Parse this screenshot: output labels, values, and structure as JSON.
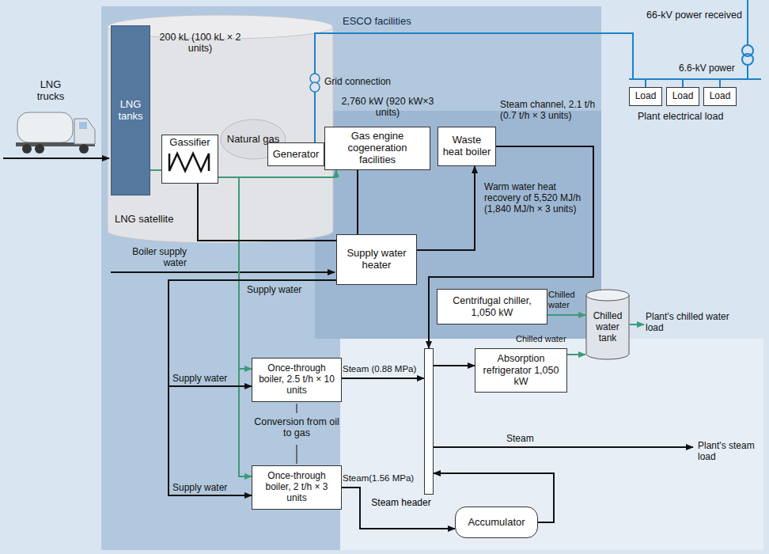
{
  "diagram": {
    "nodes": [
      {
        "text": [
          "ESCO facilities"
        ]
      },
      {
        "text": [
          "LNG satellite"
        ],
        "in": 0
      },
      {
        "text": [
          "LNG tanks"
        ],
        "in": 1
      },
      {
        "text": [
          "Gassifier"
        ],
        "in": 1
      },
      {
        "text": [
          "Natural gas"
        ],
        "in": 0
      },
      {
        "text": [
          "Generator"
        ],
        "in": 0
      },
      {
        "text": [
          "Gas engine cogeneration facilities"
        ],
        "in": 0
      },
      {
        "text": [
          "Waste heat boiler"
        ],
        "in": 0
      },
      {
        "text": [
          "Supply water heater"
        ],
        "in": 0
      },
      {
        "text": [
          "Centrifugal chiller, 1,050 kW"
        ],
        "in": 0
      },
      {
        "text": [
          "Chilled water tank"
        ]
      },
      {
        "text": [
          "Absorption refrigerator 1,050 kW"
        ]
      },
      {
        "text": [
          "Once-through boiler, 2.5 t/h × 10 units"
        ],
        "in": 0
      },
      {
        "text": [
          "Once-through boiler, 2 t/h × 3 units"
        ],
        "in": 0
      },
      {
        "text": [
          "Accumulator"
        ]
      },
      {
        "text": [
          "Steam header"
        ]
      },
      {
        "text": [
          "Load"
        ]
      },
      {
        "text": [
          "Load"
        ]
      },
      {
        "text": [
          "Load"
        ]
      }
    ],
    "edges": [
      {
        "from": 2,
        "to": 3,
        "arrow": "none"
      },
      {
        "from": 3,
        "to": 6,
        "arrow": "to"
      },
      {
        "from": 3,
        "to": 12,
        "arrow": "to"
      },
      {
        "from": 3,
        "to": 13,
        "arrow": "to"
      },
      {
        "from": 3,
        "to": 8,
        "arrow": "none"
      },
      {
        "from": 6,
        "to": 8,
        "arrow": "none"
      },
      {
        "from": 8,
        "to": 7,
        "arrow": "to",
        "label": "Warm water heat recovery of 5,520 MJ/h (1,840 MJ/h × 3 units)"
      },
      {
        "from": 7,
        "to": 15,
        "arrow": "to",
        "label": "Steam channel, 2.1 t/h (0.7 t/h × 3 units)"
      },
      {
        "from": 8,
        "to": 12,
        "arrow": "to",
        "label": "Supply water"
      },
      {
        "from": 8,
        "to": 13,
        "arrow": "to",
        "label": "Supply water"
      },
      {
        "from": 12,
        "to": 15,
        "arrow": "to",
        "label": "Steam (0.88 MPa)"
      },
      {
        "from": 13,
        "to": 14,
        "arrow": "to",
        "label": "Steam(1.56 MPa)"
      },
      {
        "from": 14,
        "to": 15,
        "arrow": "to"
      },
      {
        "from": 15,
        "to": 11,
        "arrow": "to"
      },
      {
        "from": 9,
        "to": 10,
        "arrow": "to",
        "label": "Chilled water"
      },
      {
        "from": 11,
        "to": 10,
        "arrow": "to",
        "label": "Chilled water"
      },
      {
        "from": 5,
        "to": 16,
        "arrow": "none"
      },
      {
        "from": 5,
        "to": 17,
        "arrow": "none"
      },
      {
        "from": 5,
        "to": 18,
        "arrow": "none"
      }
    ],
    "labels": [
      "LNG trucks",
      "200 kL (100 kL × 2 units)",
      "Grid connection",
      "2,760 kW (920 kW×3 units)",
      "66-kV power received",
      "6.6-kV power",
      "Plant electrical load",
      "Boiler supply water",
      "Supply water",
      "Plant's chilled water load",
      "Steam",
      "Plant's steam load",
      "Conversion from oil to gas"
    ]
  }
}
